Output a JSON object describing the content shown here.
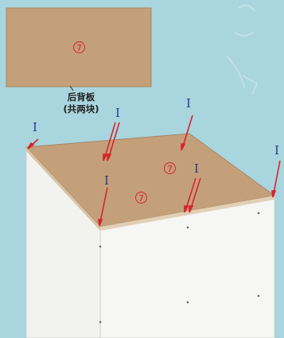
{
  "panel_label": {
    "line1": "后背板",
    "line2": "(共两块)"
  },
  "part_number": "7",
  "fastener_marker": "I",
  "colors": {
    "background": "#a9d5de",
    "board": "#c4a07a",
    "panel_front": "#f3f3f1",
    "arrow": "#d6242a",
    "marker": "#2a3a8a"
  }
}
